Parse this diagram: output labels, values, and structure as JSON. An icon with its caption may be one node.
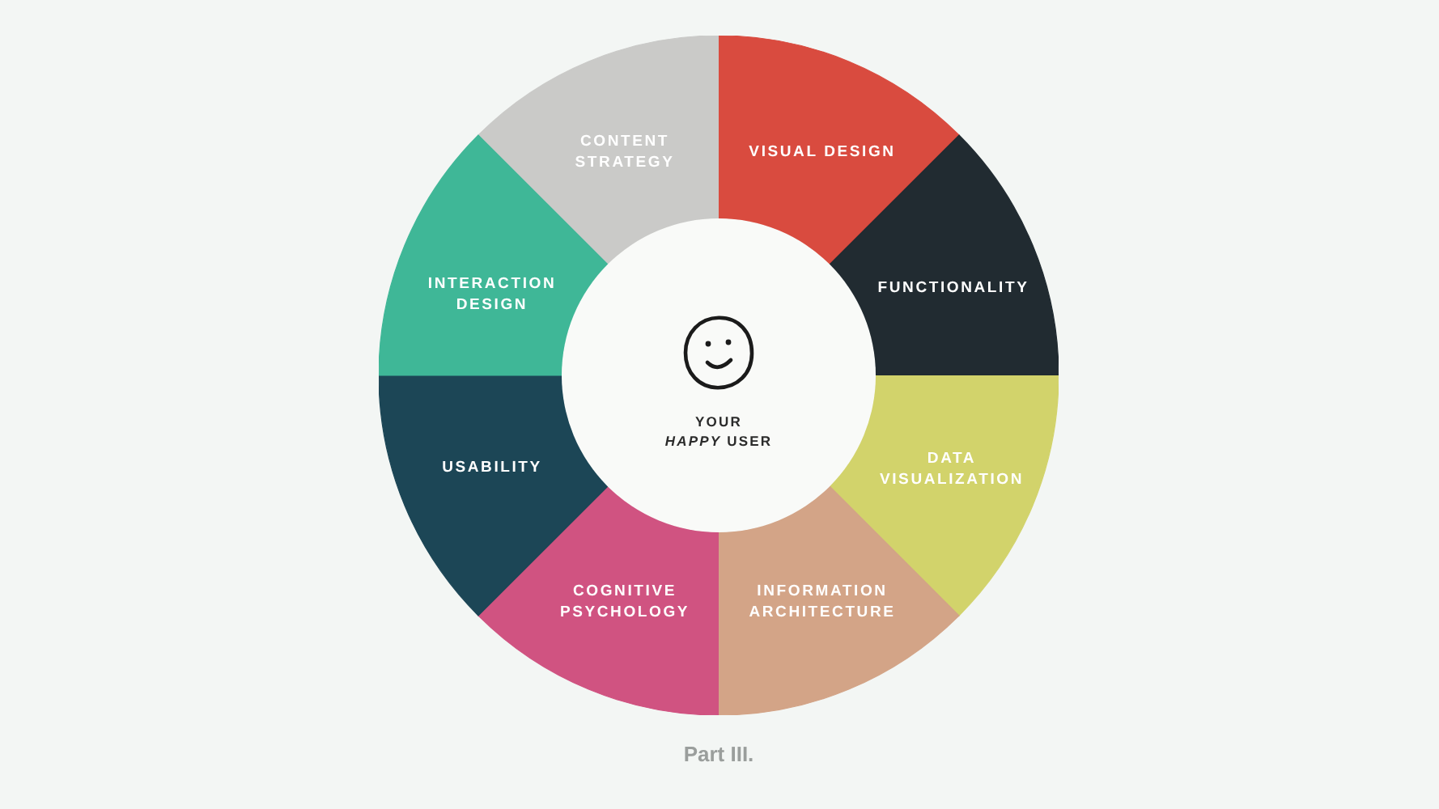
{
  "diagram": {
    "caption": "Part III.",
    "nodes": [
      {
        "text": [
          "CONTENT STRATEGY"
        ]
      },
      {
        "text": [
          "VISUAL DESIGN"
        ]
      },
      {
        "text": [
          "FUNCTIONALITY"
        ]
      },
      {
        "text": [
          "DATA VISUALIZATION"
        ]
      },
      {
        "text": [
          "INFORMATION ARCHITECTURE"
        ]
      },
      {
        "text": [
          "COGNITIVE PSYCHOLOGY"
        ]
      },
      {
        "text": [
          "USABILITY"
        ]
      },
      {
        "text": [
          "INTERACTION DESIGN"
        ]
      },
      {
        "text": [
          "YOUR *HAPPY* USER"
        ]
      }
    ]
  }
}
